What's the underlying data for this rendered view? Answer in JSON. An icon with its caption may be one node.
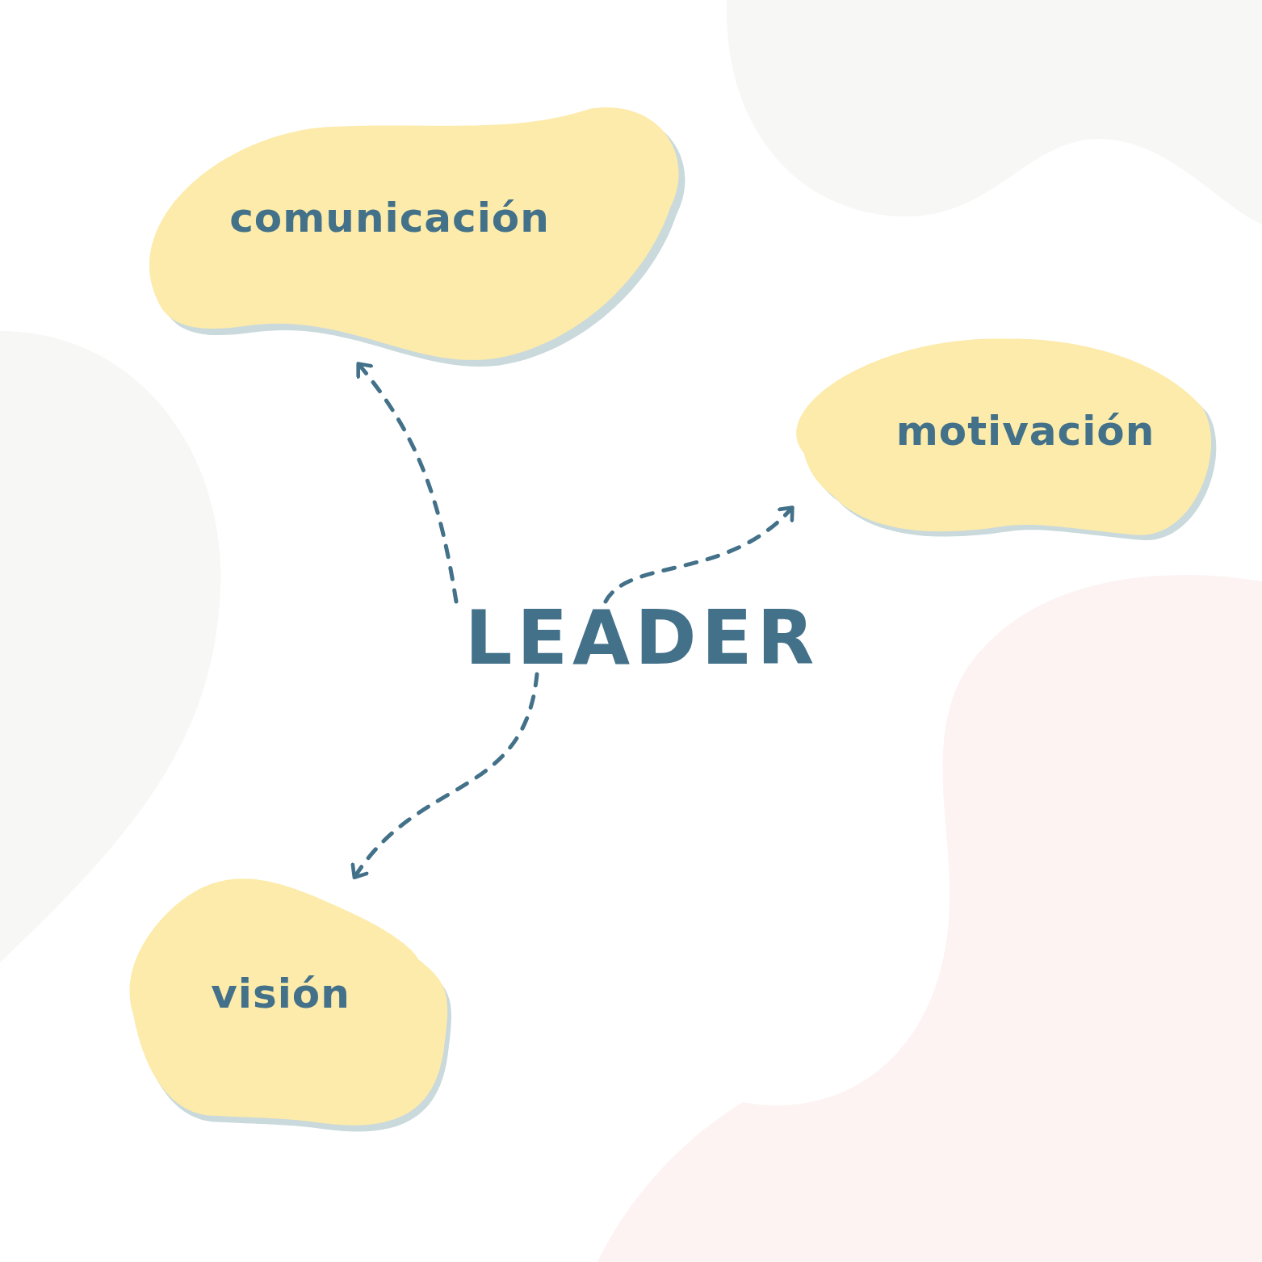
{
  "diagram": {
    "nodes": [
      {
        "text": [
          "LEADER"
        ]
      },
      {
        "text": [
          "comunicación"
        ]
      },
      {
        "text": [
          "motivación"
        ]
      },
      {
        "text": [
          "visión"
        ]
      }
    ],
    "edges": [
      {
        "from": 0,
        "to": 1,
        "arrow": "to",
        "style": "dashed"
      },
      {
        "from": 0,
        "to": 2,
        "arrow": "to",
        "style": "dashed"
      },
      {
        "from": 0,
        "to": 3,
        "arrow": "to",
        "style": "dashed"
      }
    ]
  }
}
